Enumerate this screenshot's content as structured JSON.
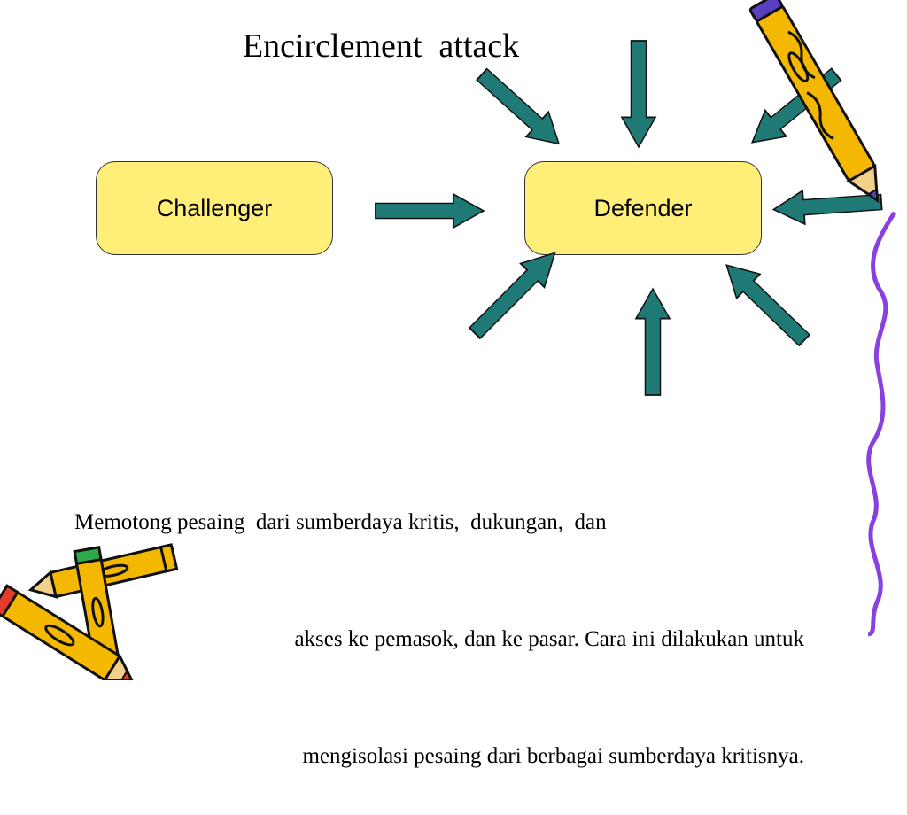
{
  "title": "Encirclement  attack",
  "nodes": {
    "challenger": "Challenger",
    "defender": "Defender"
  },
  "caption_lines": [
    "Memotong pesaing  dari sumberdaya kritis,  dukungan,  dan",
    "akses ke pemasok, dan ke pasar. Cara ini dilakukan untuk",
    "mengisolasi pesaing dari berbagai sumberdaya kritisnya."
  ],
  "colors": {
    "box_fill": "#ffef79",
    "arrow_fill": "#1f7a76",
    "pencil_body": "#f5b800",
    "pencil_tip": "#6a4bd0",
    "squiggle": "#8a3fe0"
  },
  "icons": [
    "pencil-icon",
    "crossed-pencils-icon",
    "squiggle-line"
  ]
}
